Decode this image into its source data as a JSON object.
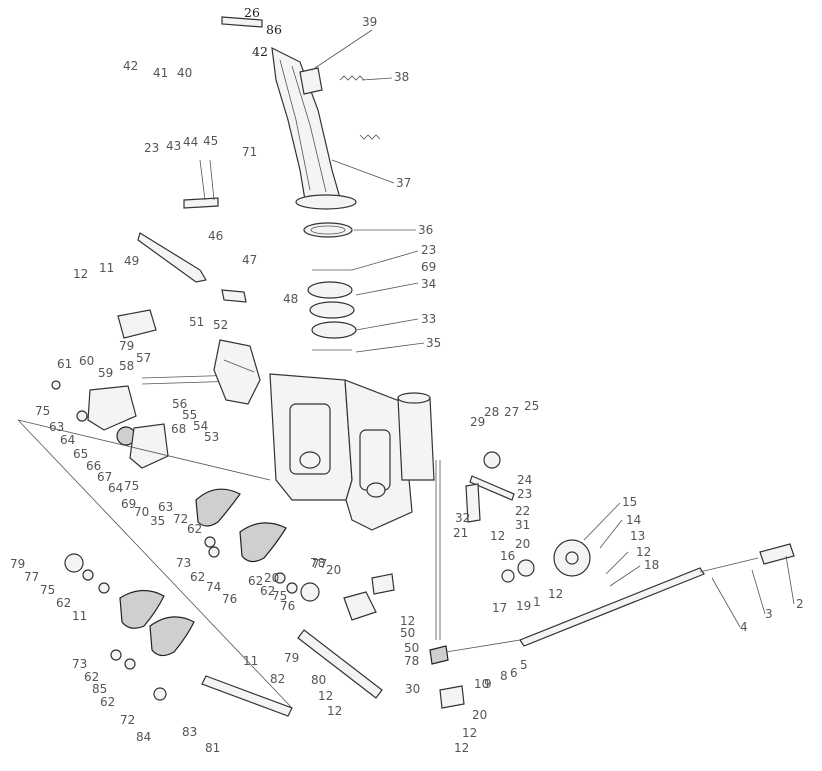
{
  "callouts": [
    "26",
    "86",
    "42",
    "39",
    "38",
    "37",
    "42",
    "41",
    "40",
    "43",
    "44",
    "45",
    "71",
    "23",
    "36",
    "46",
    "47",
    "23",
    "69",
    "34",
    "33",
    "35",
    "12",
    "11",
    "49",
    "48",
    "51",
    "52",
    "79",
    "61",
    "60",
    "59",
    "58",
    "57",
    "56",
    "55",
    "54",
    "53",
    "75",
    "63",
    "64",
    "65",
    "66",
    "67",
    "68",
    "64",
    "75",
    "69",
    "70",
    "35",
    "63",
    "72",
    "62",
    "73",
    "62",
    "74",
    "76",
    "20",
    "78",
    "79",
    "77",
    "75",
    "62",
    "11",
    "12",
    "50",
    "79",
    "50",
    "78",
    "20",
    "77",
    "76",
    "75",
    "62",
    "62",
    "73",
    "62",
    "85",
    "62",
    "72",
    "84",
    "83",
    "81",
    "82",
    "11",
    "80",
    "12",
    "12",
    "30",
    "29",
    "28",
    "27",
    "25",
    "24",
    "23",
    "22",
    "31",
    "32",
    "21",
    "12",
    "20",
    "16",
    "15",
    "14",
    "13",
    "12",
    "18",
    "19",
    "17",
    "12",
    "1",
    "2",
    "3",
    "4",
    "5",
    "6",
    "8",
    "9",
    "10",
    "20",
    "12",
    "12"
  ]
}
